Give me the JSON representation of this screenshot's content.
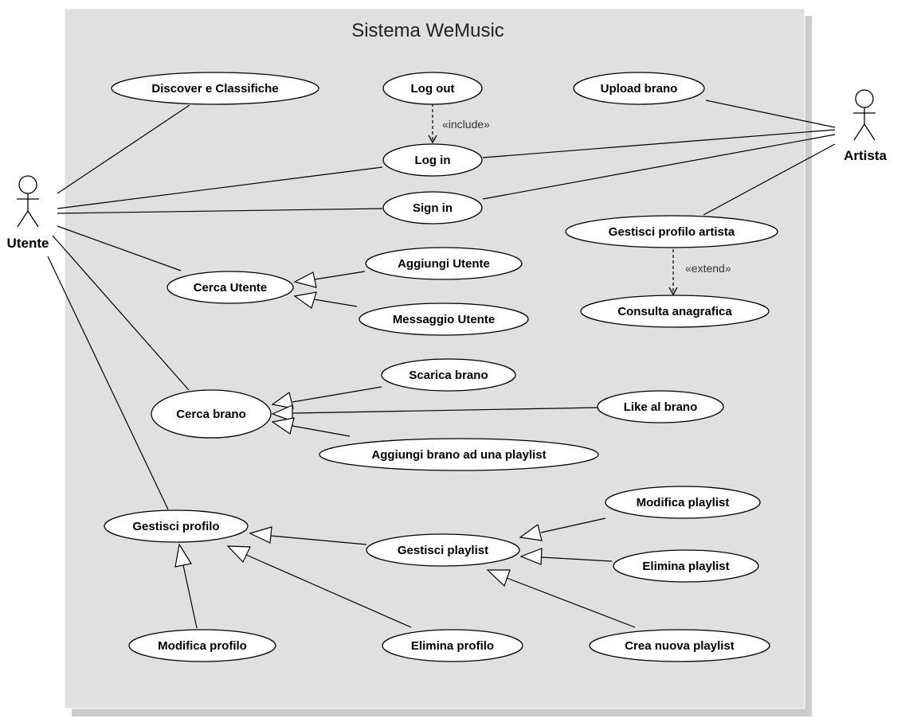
{
  "system": {
    "title": "Sistema WeMusic"
  },
  "actors": {
    "utente": {
      "label": "Utente"
    },
    "artista": {
      "label": "Artista"
    }
  },
  "use_cases": {
    "discover": "Discover e Classifiche",
    "logout": "Log out",
    "login": "Log in",
    "signin": "Sign in",
    "upload": "Upload brano",
    "profilo_artista": "Gestisci profilo artista",
    "consulta": "Consulta anagrafica",
    "cerca_utente": "Cerca Utente",
    "aggiungi_utente": "Aggiungi Utente",
    "messaggio_utente": "Messaggio Utente",
    "scarica": "Scarica brano",
    "cerca_brano": "Cerca brano",
    "like": "Like al brano",
    "aggiungi_playlist": "Aggiungi brano ad una playlist",
    "modifica_playlist": "Modifica playlist",
    "gestisci_profilo": "Gestisci profilo",
    "gestisci_playlist": "Gestisci playlist",
    "elimina_playlist": "Elimina playlist",
    "modifica_profilo": "Modifica profilo",
    "elimina_profilo": "Elimina profilo",
    "crea_playlist": "Crea nuova playlist"
  },
  "stereotypes": {
    "include": "«include»",
    "extend": "«extend»"
  },
  "colors": {
    "system_fill": "#e0e0e0",
    "system_shadow": "#cccccc",
    "line": "#000000",
    "use_case_fill": "#ffffff"
  }
}
